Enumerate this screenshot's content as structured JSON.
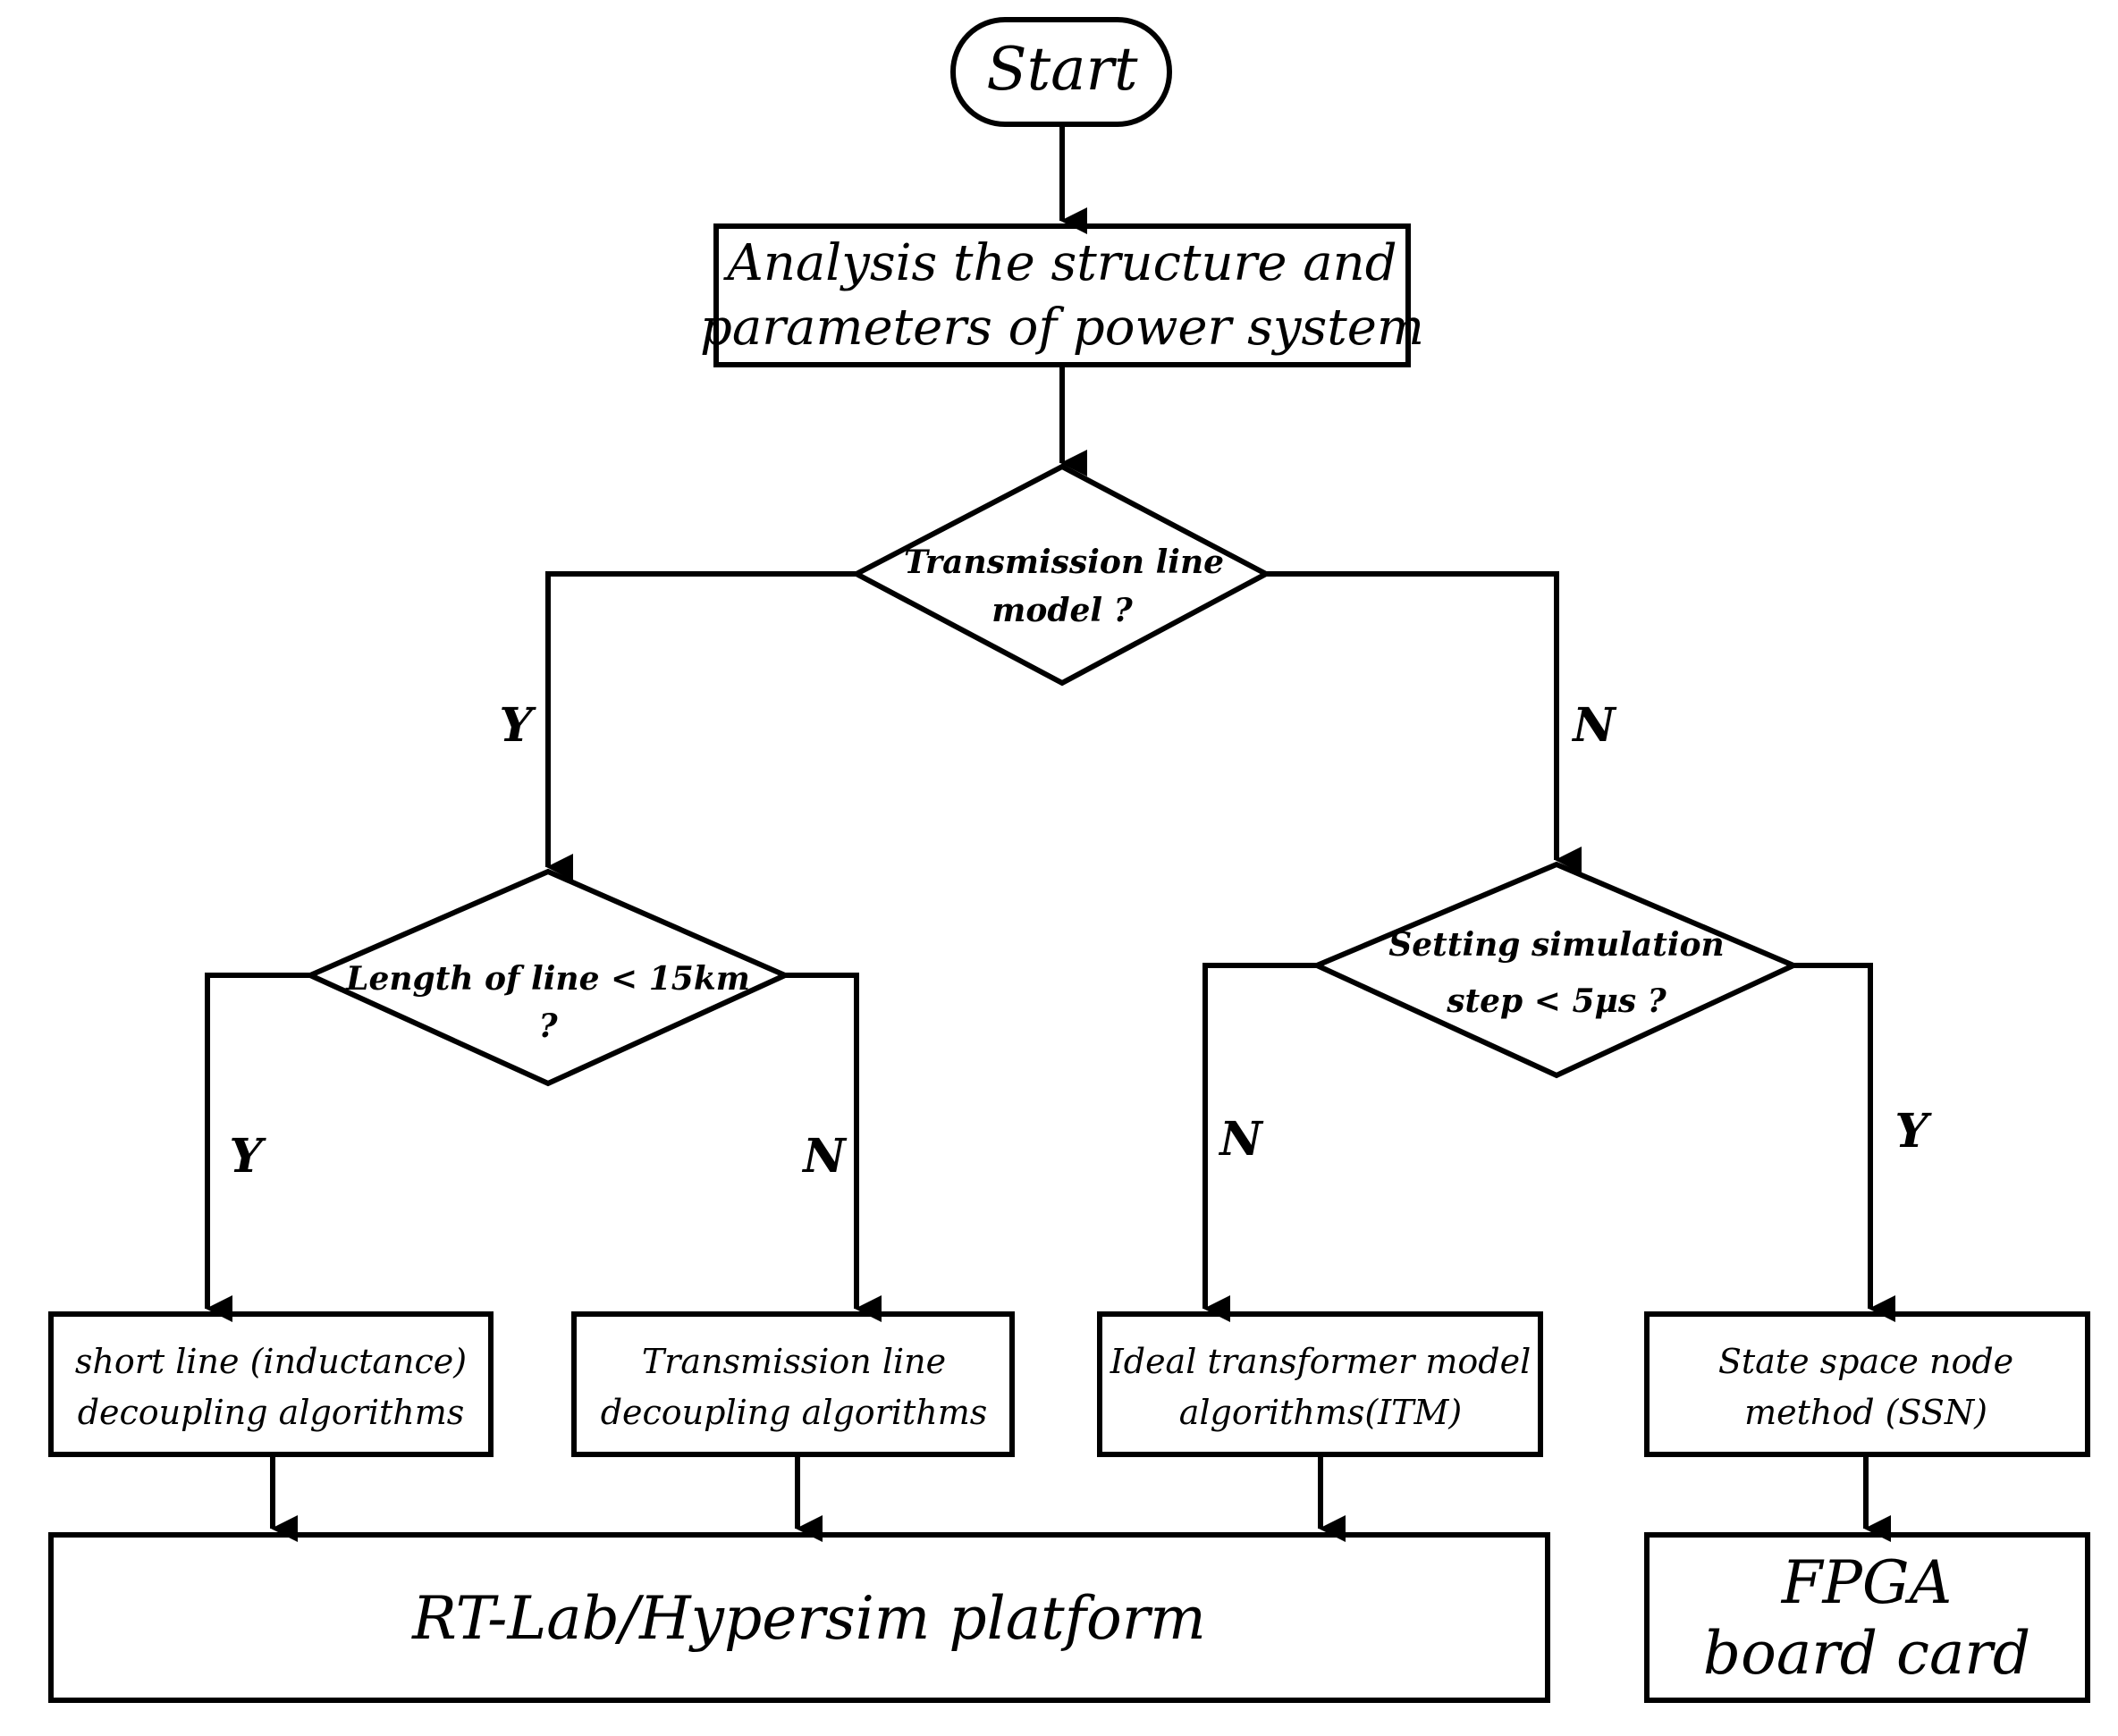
{
  "nodes": {
    "start": "Start",
    "analysis": {
      "line1": "Analysis the structure and",
      "line2": "parameters of power system"
    },
    "decision_transmission": {
      "line1": "Transmission line",
      "line2": "model ?"
    },
    "decision_length": {
      "line1": "Length of line < 15km",
      "line2": "?"
    },
    "decision_step": {
      "line1": "Setting simulation",
      "line2": "step < 5μs ?"
    },
    "short_line": {
      "line1": "short line (inductance)",
      "line2": "decoupling algorithms"
    },
    "transmission_line_decoupling": {
      "line1": "Transmission line",
      "line2": "decoupling algorithms"
    },
    "itm": {
      "line1": "Ideal transformer model",
      "line2": "algorithms(ITM)"
    },
    "ssn": {
      "line1": "State space node",
      "line2": "method (SSN)"
    },
    "rtlab": "RT-Lab/Hypersim platform",
    "fpga": {
      "line1": "FPGA",
      "line2": "board card"
    }
  },
  "branch_labels": {
    "transmission_yes": "Y",
    "transmission_no": "N",
    "length_yes": "Y",
    "length_no": "N",
    "step_no": "N",
    "step_yes": "Y"
  },
  "colors": {
    "ink": "#000000",
    "background": "#ffffff"
  }
}
